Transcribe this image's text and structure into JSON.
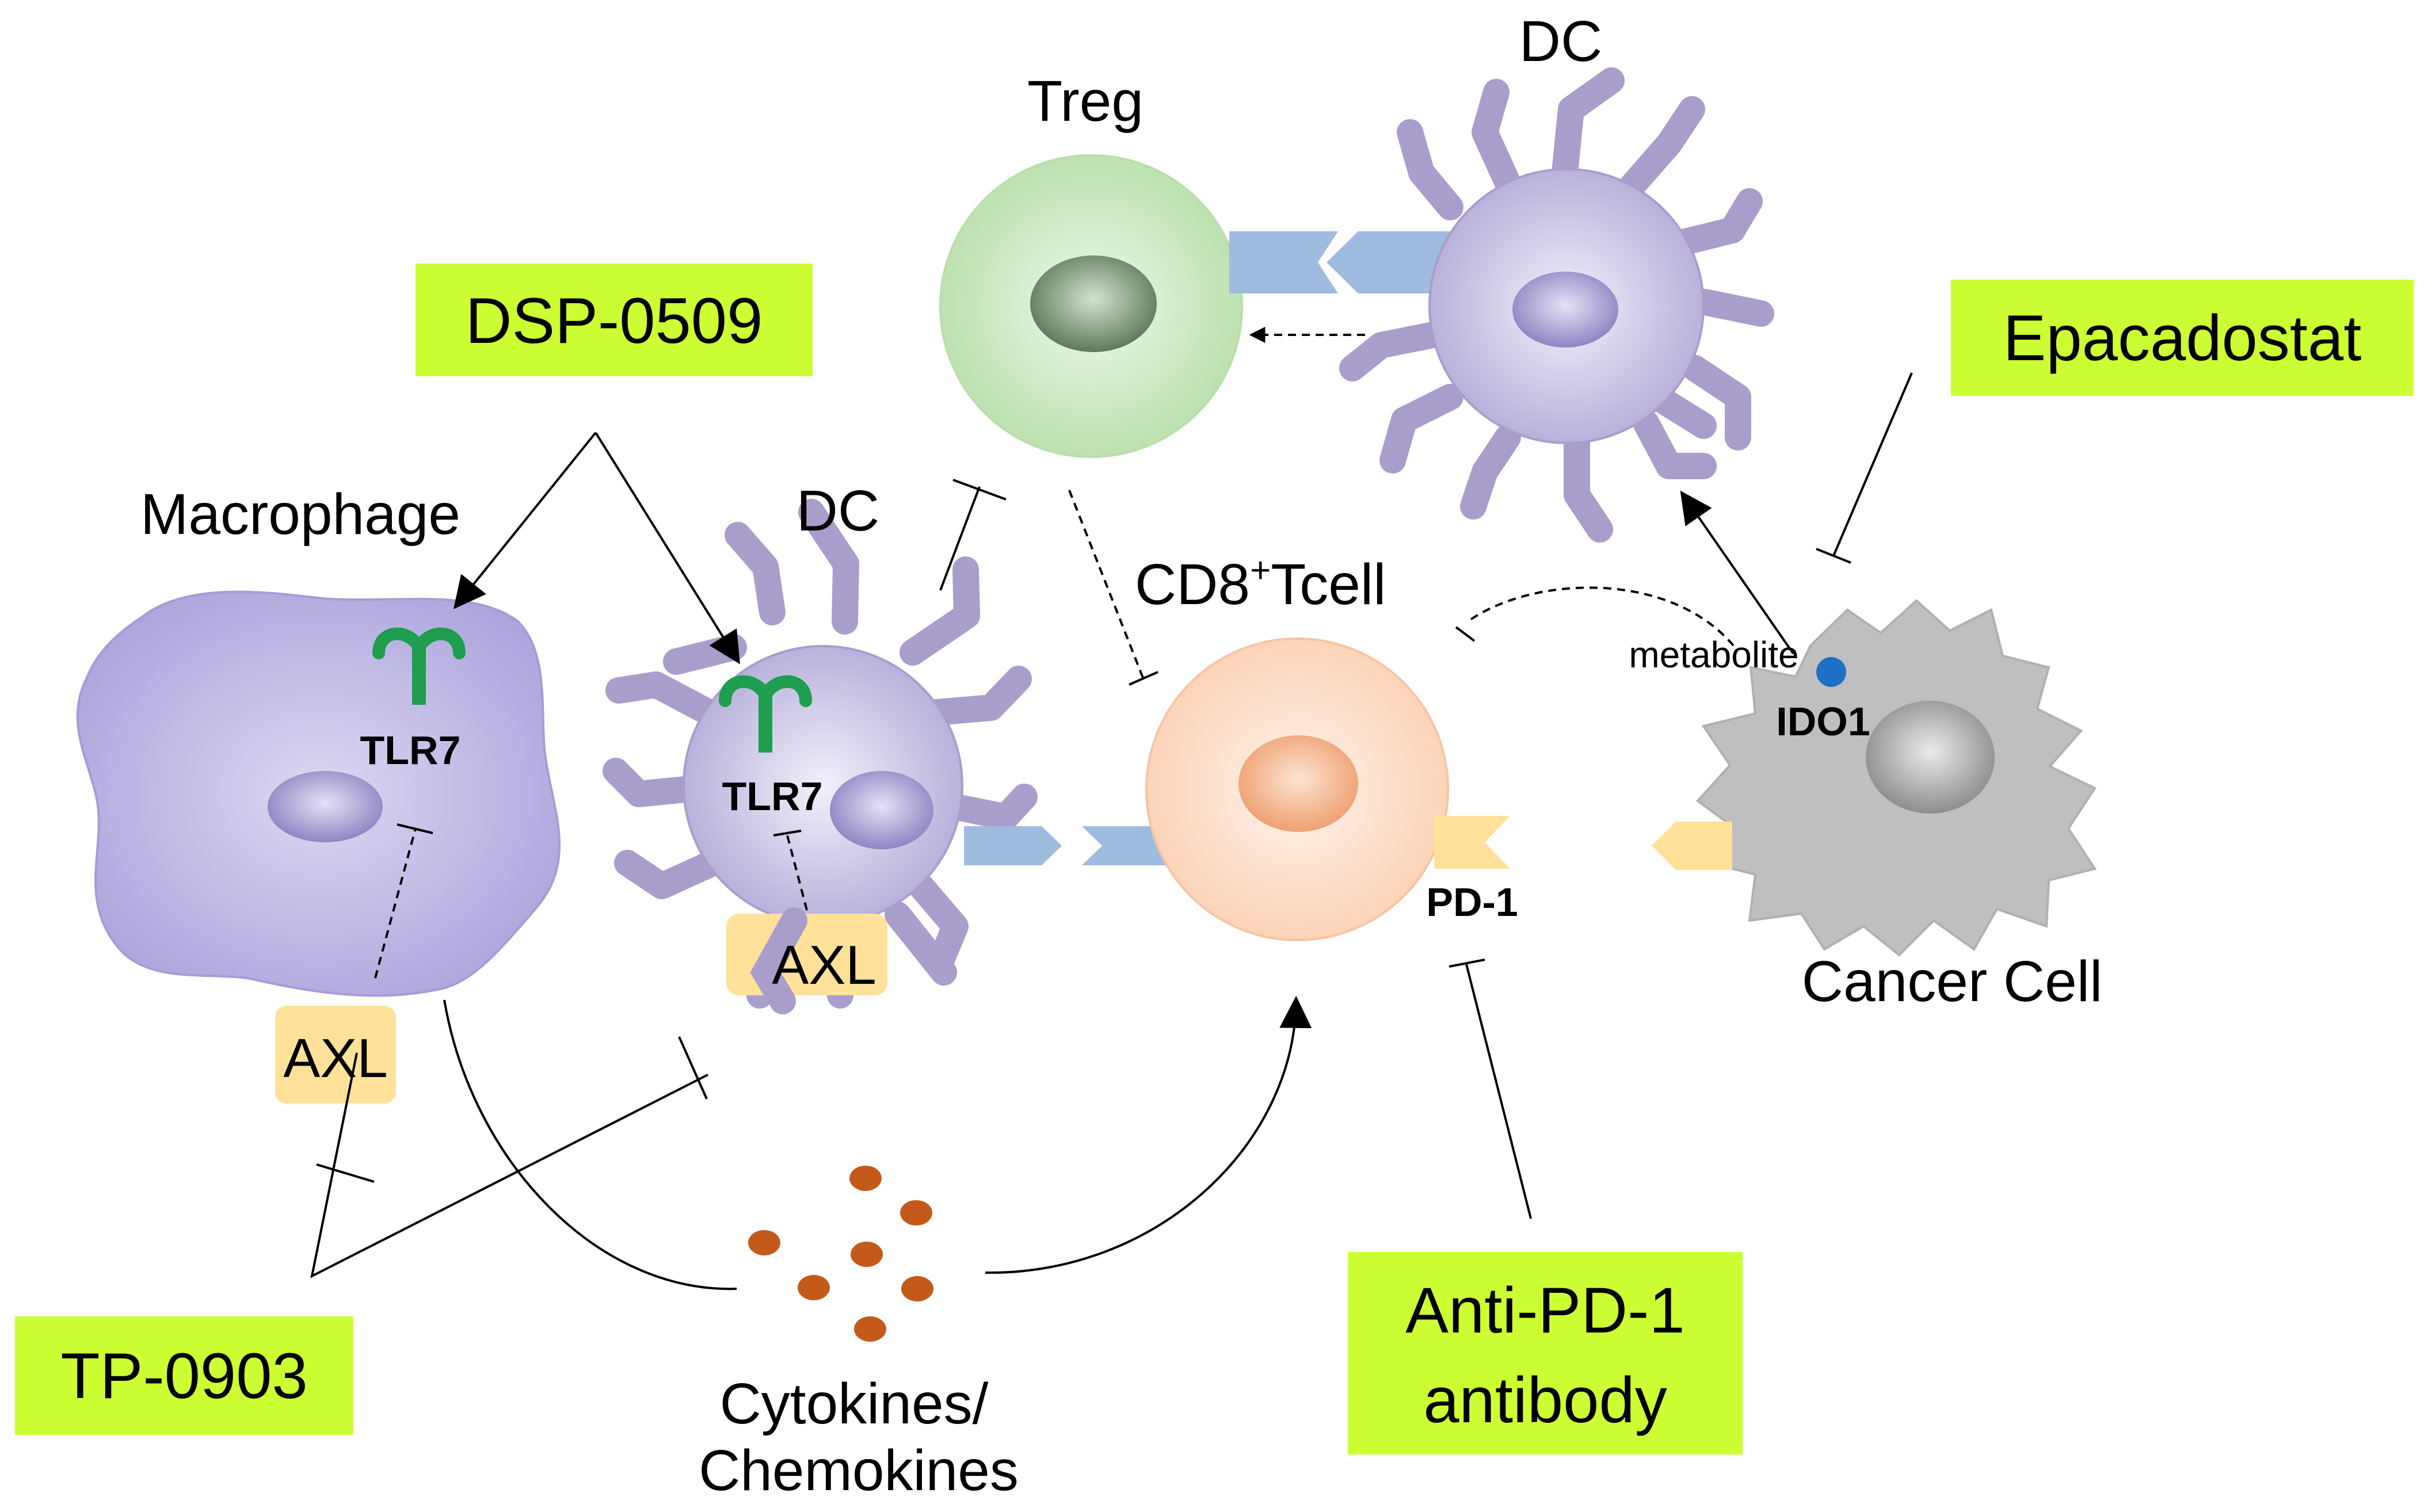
{
  "colors": {
    "drug_box": "#ccff33",
    "macrophage": "#b4ade0",
    "dc": "#b9b2da",
    "dendrite": "#a99dcb",
    "nucleus_purple": "#9a90cc",
    "treg": "#bfe3b4",
    "treg_nucleus": "#6c8a68",
    "cd8": "#fcd6bd",
    "cd8_nucleus": "#f2ae83",
    "cancer": "#bfbfbf",
    "cancer_nucleus": "#9a9a9a",
    "axl_box": "#ffe199",
    "receptor_blue": "#9fbbe0",
    "receptor_yellow": "#ffe199",
    "tlr7": "#1e9e4e",
    "ido1_dot": "#1f6fc6",
    "cytokine": "#c45a1a"
  },
  "drugs": {
    "dsp0509": "DSP-0509",
    "epacadostat": "Epacadostat",
    "tp0903": "TP-0903",
    "anti_pd1_line1": "Anti-PD-1",
    "anti_pd1_line2": "antibody"
  },
  "cells": {
    "macrophage": "Macrophage",
    "dc_left": "DC",
    "dc_top": "DC",
    "treg": "Treg",
    "cd8_prefix": "CD8",
    "cd8_sup": "+",
    "cd8_suffix": "Tcell",
    "cancer": "Cancer Cell"
  },
  "molecules": {
    "tlr7_macrophage": "TLR7",
    "tlr7_dc": "TLR7",
    "axl_macrophage": "AXL",
    "axl_dc": "AXL",
    "ido1": "IDO1",
    "pd1": "PD-1",
    "metabolite": "metabolite",
    "cytokines_line1": "Cytokines/",
    "cytokines_line2": "Chemokines"
  },
  "icons": [
    "tlr7-receptor-icon",
    "ido1-dot-icon",
    "cytokine-dots-icon",
    "arrowhead-icon",
    "inhibition-bar-icon"
  ]
}
